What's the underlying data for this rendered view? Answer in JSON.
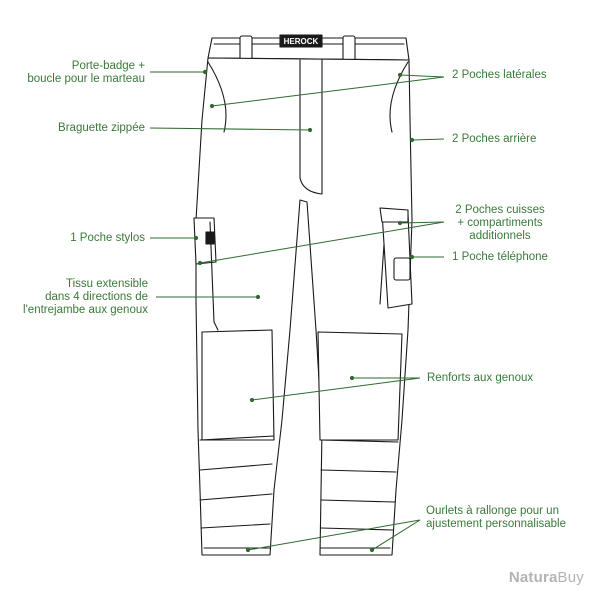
{
  "brand": "HEROCK",
  "colors": {
    "label": "#3a7a3a",
    "leader": "#2e6b2e",
    "outline": "#1a1a1a",
    "watermark": "#b3b3b3"
  },
  "labels": {
    "porte_badge": [
      "Porte-badge +",
      "boucle pour le marteau"
    ],
    "braguette": [
      "Braguette zippée"
    ],
    "poche_stylos": [
      "1 Poche stylos"
    ],
    "tissu": [
      "Tissu extensible",
      "dans 4 directions de",
      "l'entrejambe aux genoux"
    ],
    "poches_laterales": [
      "2 Poches latérales"
    ],
    "poches_arriere": [
      "2 Poches arrière"
    ],
    "poches_cuisses": [
      "2 Poches cuisses",
      "+ compartiments",
      "additionnels"
    ],
    "poche_telephone": [
      "1 Poche téléphone"
    ],
    "renforts": [
      "Renforts aux genoux"
    ],
    "ourlets": [
      "Ourlets à rallonge pour un",
      "ajustement personnalisable"
    ]
  },
  "watermark": {
    "part1": "Natura",
    "part2": "Buy"
  }
}
